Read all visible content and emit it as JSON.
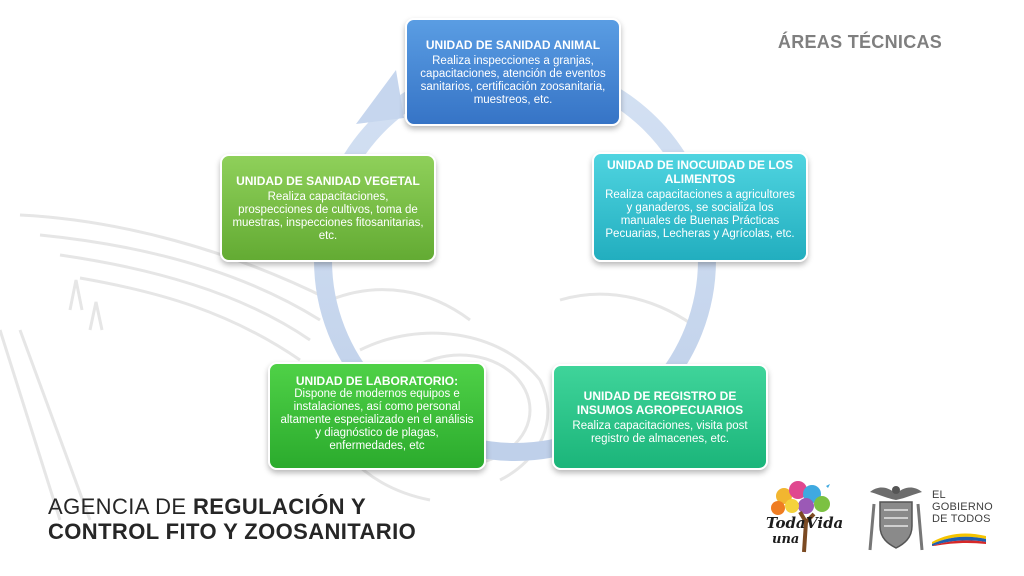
{
  "section_title": "ÁREAS TÉCNICAS",
  "units": {
    "animal": {
      "title": "UNIDAD DE SANIDAD ANIMAL",
      "description": "Realiza inspecciones a granjas, capacitaciones, atención de eventos sanitarios, certificación zoosanitaria, muestreos, etc."
    },
    "inocuidad": {
      "title": "UNIDAD DE INOCUIDAD DE LOS ALIMENTOS",
      "description": "Realiza capacitaciones a agricultores y ganaderos, se socializa los manuales de Buenas Prácticas Pecuarias, Lecheras y Agrícolas, etc."
    },
    "registro": {
      "title": "UNIDAD DE REGISTRO DE INSUMOS AGROPECUARIOS",
      "description": "Realiza capacitaciones, visita post registro de almacenes, etc."
    },
    "laboratorio": {
      "title": "UNIDAD DE LABORATORIO:",
      "description": "Dispone de modernos equipos e instalaciones, así como personal altamente especializado en el análisis y diagnóstico de plagas, enfermedades, etc"
    },
    "vegetal": {
      "title": "UNIDAD DE SANIDAD VEGETAL",
      "description": "Realiza capacitaciones, prospecciones de cultivos, toma de muestras, inspecciones fitosanitarias, etc."
    }
  },
  "agency": {
    "line1_prefix": "AGENCIA DE ",
    "line1_bold": "REGULACIÓN Y",
    "line2": "CONTROL FITO Y ZOOSANITARIO"
  },
  "logos": {
    "toda_una_vida": {
      "w1": "Toda",
      "w2": "una",
      "w3": "Vida"
    },
    "gobierno": [
      "EL",
      "GOBIERNO",
      "DE TODOS"
    ]
  },
  "colors": {
    "animal": "#3674c6",
    "inocuidad": "#22aebf",
    "registro": "#1bb57a",
    "laboratorio": "#2bab2d",
    "vegetal": "#63ab33",
    "ring": "#c9d8ee"
  }
}
